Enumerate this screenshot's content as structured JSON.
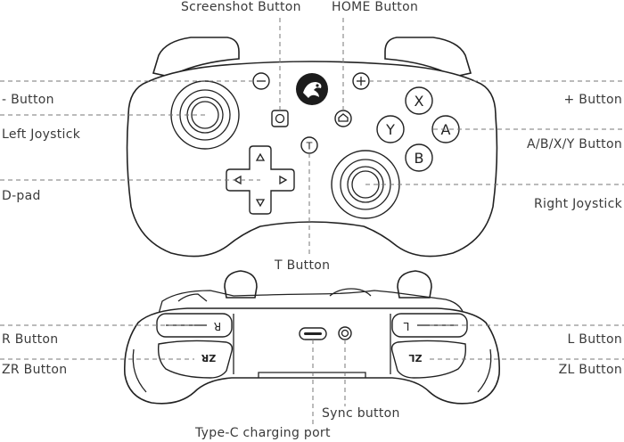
{
  "labels": {
    "screenshot": "Screenshot Button",
    "home": "HOME Button",
    "minus": "- Button",
    "plus": "+ Button",
    "left_joystick": "Left Joystick",
    "abxy": "A/B/X/Y Button",
    "dpad": "D-pad",
    "right_joystick": "Right Joystick",
    "t_button": "T Button",
    "r_button": "R Button",
    "l_button": "L Button",
    "zr_button": "ZR Button",
    "zl_button": "ZL Button",
    "sync": "Sync button",
    "typec": "Type-C charging port"
  },
  "glyphs": {
    "x": "X",
    "y": "Y",
    "a": "A",
    "b": "B",
    "t": "T",
    "r_bumper": "R",
    "l_bumper": "L",
    "zr_trigger": "ZR",
    "zl_trigger": "ZL"
  },
  "colors": {
    "outline": "#222222",
    "leader": "#777777",
    "text": "#3a3a3a"
  }
}
